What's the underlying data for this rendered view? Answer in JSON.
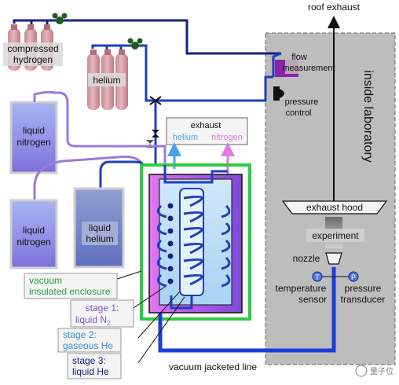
{
  "labels": {
    "roof_exhaust": "roof exhaust",
    "inside_laboratory": "inside laboratory",
    "compressed_hydrogen_line1": "compressed",
    "compressed_hydrogen_line2": "hydrogen",
    "helium": "helium",
    "flow_measurement_line1": "flow",
    "flow_measurement_line2": "measurement",
    "pressure_control_line1": "pressure",
    "pressure_control_line2": "control",
    "liquid_nitrogen_top_line1": "liquid",
    "liquid_nitrogen_top_line2": "nitrogen",
    "exhaust": "exhaust",
    "exhaust_helium": "helium",
    "exhaust_nitrogen": "nitrogen",
    "liquid_nitrogen_bottom_line1": "liquid",
    "liquid_nitrogen_bottom_line2": "nitrogen",
    "liquid_helium_line1": "liquid",
    "liquid_helium_line2": "helium",
    "exhaust_hood": "exhaust hood",
    "experiment": "experiment",
    "nozzle": "nozzle",
    "temperature_sensor_line1": "temperature",
    "temperature_sensor_line2": "sensor",
    "pressure_transducer_line1": "pressure",
    "pressure_transducer_line2": "transducer",
    "t_symbol": "T",
    "p_symbol": "P",
    "vacuum_enclosure_line1": "vacuum",
    "vacuum_enclosure_line2": "insulated enclosure",
    "stage1_line1": "stage 1:",
    "stage1_line2": "liquid N",
    "stage1_sub": "2",
    "stage2_line1": "stage 2:",
    "stage2_line2": "gaseous He",
    "stage3_line1": "stage 3:",
    "stage3_line2": "liquid He",
    "vacuum_jacketed_line": "vacuum jacketed line",
    "watermark": "量子位"
  },
  "colors": {
    "hydrogen_line": "#1a237e",
    "helium_line": "#1e3fbf",
    "nitrogen_line": "#9a7ad6",
    "valve_green": "#1b5e20",
    "flow_meter": "#8e24aa",
    "stage1_text": "#7e57c2",
    "stage2_text": "#3a8fd6",
    "stage3_text": "#1a237e",
    "enclosure_green": "#2ecc40",
    "lab_panel": "#bdbdbd",
    "cylinder": "#d9a0a8",
    "exhaust_helium": "#4aa3e8",
    "exhaust_nitrogen": "#e07be0"
  }
}
